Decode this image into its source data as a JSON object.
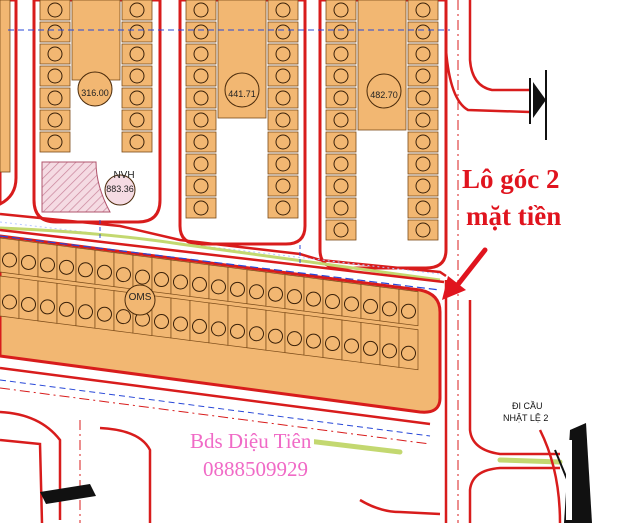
{
  "callout": {
    "line1": "Lô góc 2",
    "line2": "mặt tiền",
    "color": "#e0141e"
  },
  "watermark": {
    "name": "Bds Diệu Tiên",
    "phone": "0888509929",
    "color": "#f06ac6"
  },
  "road_label": {
    "line1": "ĐI CẦU",
    "line2": "NHẬT LỆ 2"
  },
  "block_labels": {
    "nvh_main": "NVH",
    "nvh_main_area": "883.36",
    "lot_a_area": "316.00",
    "lot_b_area": "441.71",
    "lot_c_area": "482.70",
    "oms": "OMS"
  },
  "colors": {
    "lot_fill": "#f2b772",
    "lot_line": "#7a4a18",
    "road_edge": "#d81c1c",
    "green_strip": "#c3d870",
    "dash_blue": "#2848d8",
    "pink_hatch": "#e7aabb"
  },
  "icons": {
    "callout_arrow": "arrow-icon",
    "north_arrows": "north-arrow-icon"
  }
}
